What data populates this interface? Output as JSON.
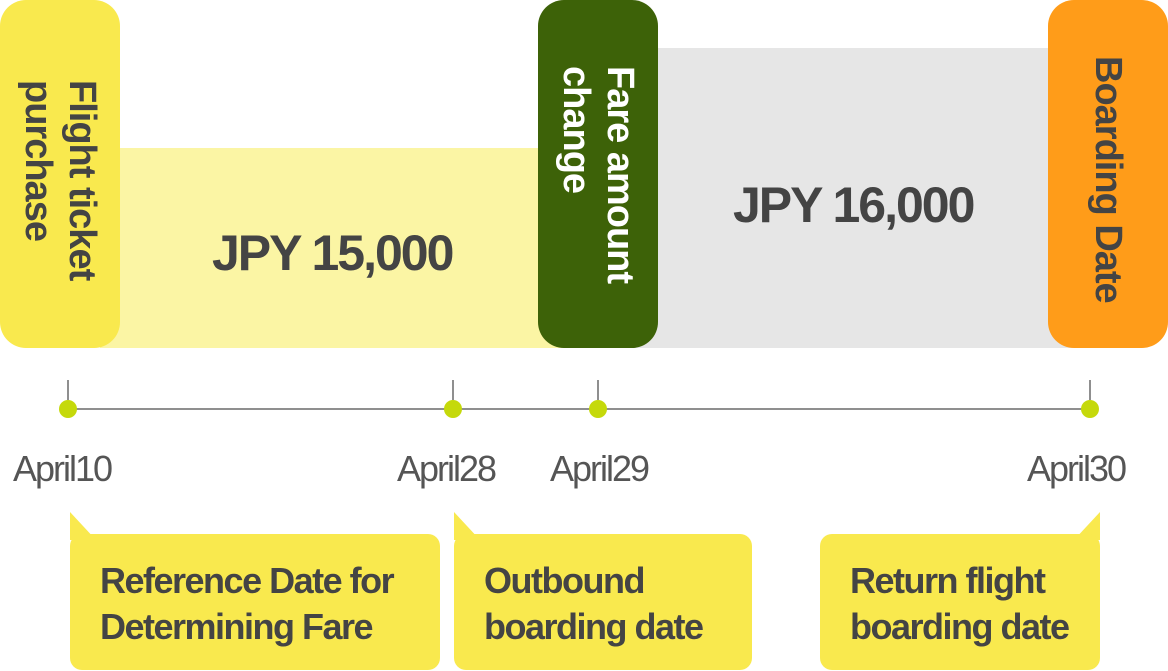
{
  "pillars": {
    "purchase": "Flight ticket purchase",
    "fare_change": "Fare amount change",
    "boarding": "Boarding Date"
  },
  "fares": {
    "before": "JPY 15,000",
    "after": "JPY 16,000"
  },
  "dates": [
    "April10",
    "April28",
    "April29",
    "April30"
  ],
  "callouts": {
    "reference": "Reference Date for\nDetermining Fare",
    "outbound": "Outbound\nboarding date",
    "return": "Return flight\nboarding date"
  },
  "colors": {
    "purchase": "#f9e94e",
    "fare_change": "#3d6208",
    "boarding": "#ff9c19",
    "band_before": "#fbf5a4",
    "band_after": "#e6e6e6",
    "timeline_dot": "#c5d90b",
    "callout": "#f9e94e"
  }
}
